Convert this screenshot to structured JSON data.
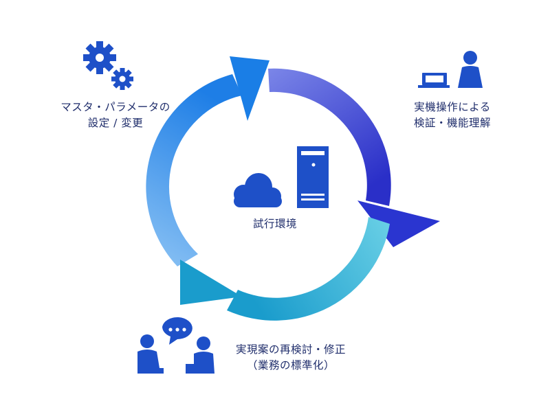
{
  "colors": {
    "icon_blue": "#1e50c8",
    "text": "#1f2d6b",
    "arrow_top_start": "#1a78e6",
    "arrow_right_start": "#7b86e8",
    "arrow_right_end": "#2a2fc8",
    "arrow_bottom_start": "#6ad0e6",
    "arrow_bottom_end": "#1a9ccc",
    "arrow_left_start": "#8cc3f4",
    "arrow_left_end": "#1e7ee6"
  },
  "nodes": {
    "top_left": {
      "line1": "マスタ・パラメータの",
      "line2": "設定 / 変更",
      "icon": "gears-icon"
    },
    "top_right": {
      "line1": "実機操作による",
      "line2": "検証・機能理解",
      "icon": "person-at-laptop-icon"
    },
    "bottom_left": {
      "line1": "実現案の再検討・修正",
      "line2": "（業務の標準化）",
      "icon": "discussion-icon"
    },
    "center": {
      "label": "試行環境",
      "icons": [
        "cloud-icon",
        "server-icon"
      ]
    }
  }
}
